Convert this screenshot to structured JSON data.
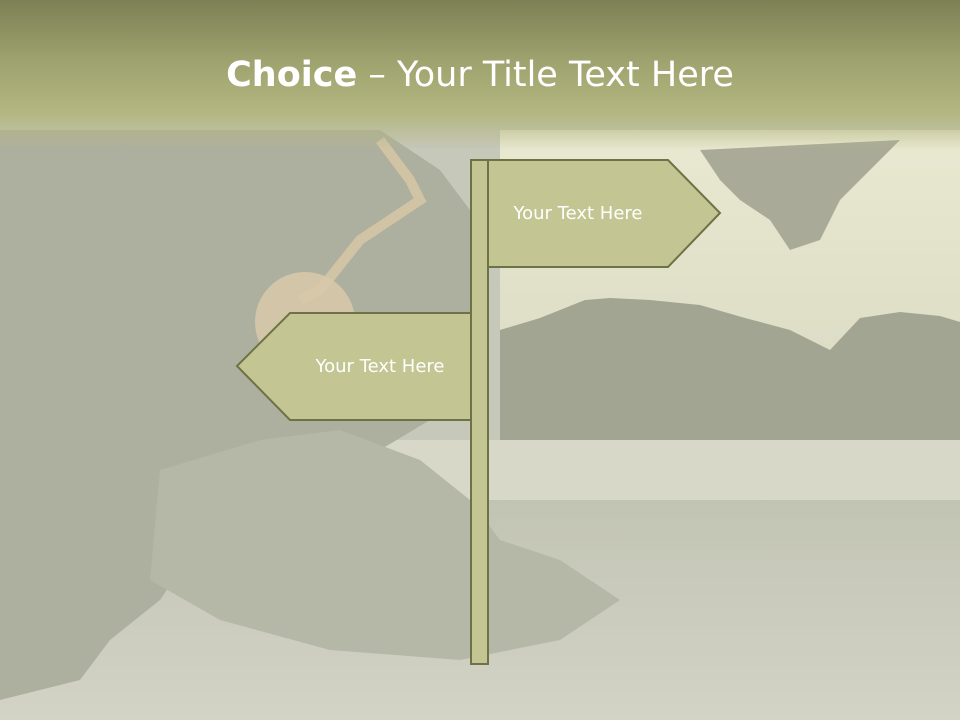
{
  "title": {
    "bold": "Choice",
    "rest": " – Your Title Text Here"
  },
  "signs": [
    {
      "label": "Your Text Here",
      "direction": "right"
    },
    {
      "label": "Your Text Here",
      "direction": "left"
    }
  ],
  "colors": {
    "title_band": "#a2a672",
    "sign_fill": "#c3c592",
    "sign_stroke": "#6f7147",
    "text": "#ffffff"
  }
}
